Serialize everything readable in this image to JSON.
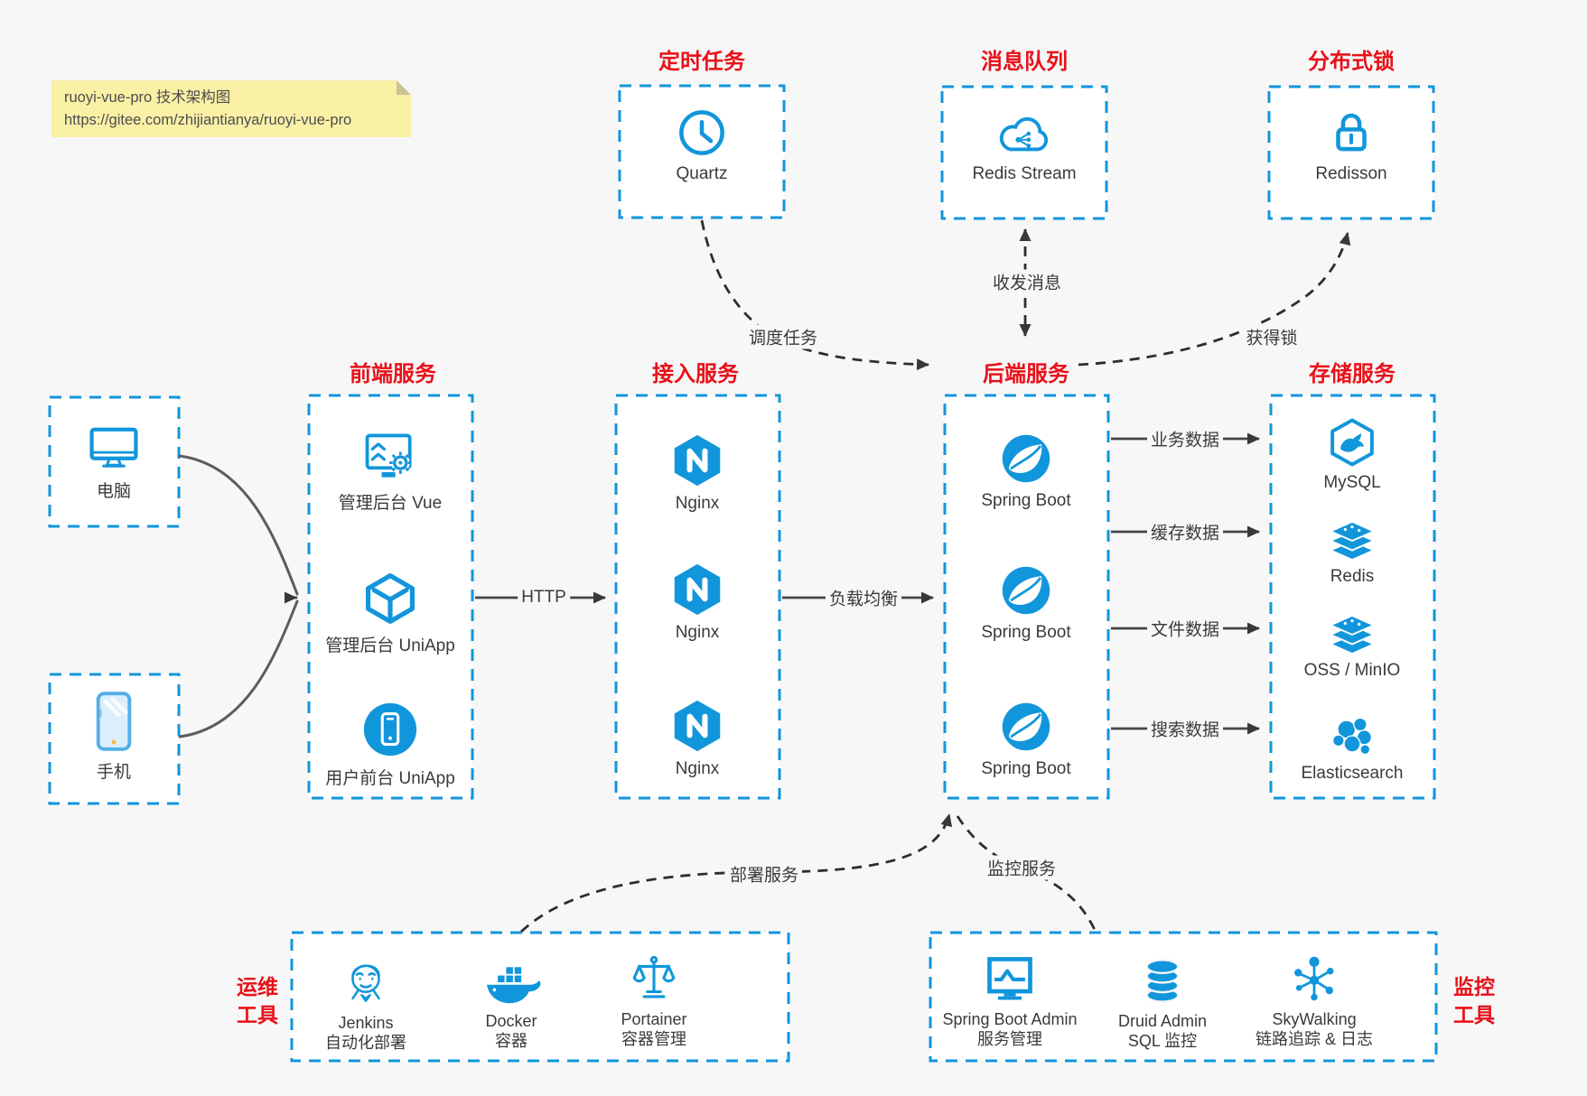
{
  "note": {
    "line1": "ruoyi-vue-pro 技术架构图",
    "line2": "https://gitee.com/zhijiantianya/ruoyi-vue-pro"
  },
  "colors": {
    "accent_blue": "#1296db",
    "title_red": "#e8111a",
    "note_yellow": "#faf0a6",
    "arrow_dark": "#383838",
    "canvas_bg": "#f7f7f7"
  },
  "top_services": [
    {
      "title": "定时任务",
      "node": "Quartz",
      "icon": "clock-icon"
    },
    {
      "title": "消息队列",
      "node": "Redis Stream",
      "icon": "cloud-stream-icon"
    },
    {
      "title": "分布式锁",
      "node": "Redisson",
      "icon": "lock-icon"
    }
  ],
  "clients": [
    {
      "label": "电脑",
      "icon": "desktop-icon"
    },
    {
      "label": "手机",
      "icon": "phone-icon"
    }
  ],
  "columns": [
    {
      "title": "前端服务",
      "items": [
        "管理后台 Vue",
        "管理后台 UniApp",
        "用户前台 UniApp"
      ]
    },
    {
      "title": "接入服务",
      "items": [
        "Nginx",
        "Nginx",
        "Nginx"
      ]
    },
    {
      "title": "后端服务",
      "items": [
        "Spring Boot",
        "Spring Boot",
        "Spring Boot"
      ]
    },
    {
      "title": "存储服务",
      "items": [
        "MySQL",
        "Redis",
        "OSS / MinIO",
        "Elasticsearch"
      ]
    }
  ],
  "edges": {
    "schedule": "调度任务",
    "message": "收发消息",
    "lock": "获得锁",
    "http": "HTTP",
    "load_balance": "负载均衡",
    "biz_data": "业务数据",
    "cache_data": "缓存数据",
    "file_data": "文件数据",
    "search_data": "搜索数据",
    "deploy": "部署服务",
    "monitor": "监控服务"
  },
  "ops": {
    "side_label_line1": "运维",
    "side_label_line2": "工具",
    "items": [
      {
        "name": "Jenkins",
        "desc": "自动化部署",
        "icon": "jenkins-icon"
      },
      {
        "name": "Docker",
        "desc": "容器",
        "icon": "docker-whale-icon"
      },
      {
        "name": "Portainer",
        "desc": "容器管理",
        "icon": "scales-icon"
      }
    ]
  },
  "monitoring": {
    "side_label_line1": "监控",
    "side_label_line2": "工具",
    "items": [
      {
        "name": "Spring Boot Admin",
        "desc": "服务管理",
        "icon": "monitor-chart-icon"
      },
      {
        "name": "Druid Admin",
        "desc": "SQL 监控",
        "icon": "database-icon"
      },
      {
        "name": "SkyWalking",
        "desc": "链路追踪 & 日志",
        "icon": "network-nodes-icon"
      }
    ]
  }
}
